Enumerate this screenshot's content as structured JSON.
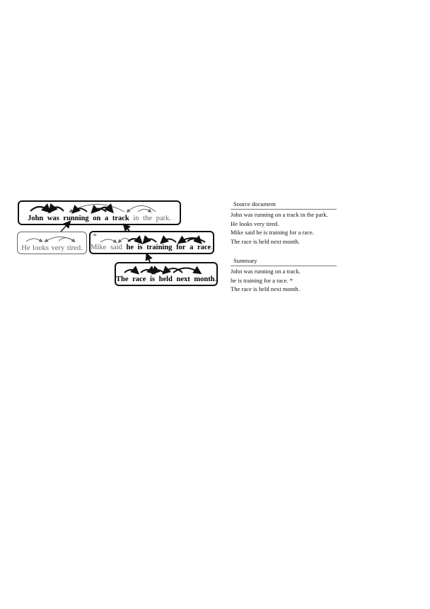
{
  "diagram": {
    "box1": {
      "bold": [
        "John",
        "was",
        "running",
        "on",
        "a",
        "track"
      ],
      "plain": [
        "in",
        "the",
        "park."
      ]
    },
    "box2": {
      "plain": [
        "He",
        "looks",
        "very",
        "tired."
      ]
    },
    "box3": {
      "marker": "*",
      "plain": [
        "Mike",
        "said"
      ],
      "bold": [
        "he",
        "is",
        "training",
        "for",
        "a",
        "race"
      ],
      "tail": "."
    },
    "box4": {
      "bold": [
        "The",
        "race",
        "is",
        "held",
        "next",
        "month"
      ],
      "tail": "."
    }
  },
  "panel": {
    "source_header": "Source document",
    "source_lines": [
      "John was running on a track in the park.",
      "He looks very tired.",
      "Mike said he is training for a race.",
      "The race is held next month."
    ],
    "summary_header": "Summary",
    "summary_lines": [
      "John was running on a track.",
      "he is training for a race. *",
      "The race is held next month."
    ]
  }
}
